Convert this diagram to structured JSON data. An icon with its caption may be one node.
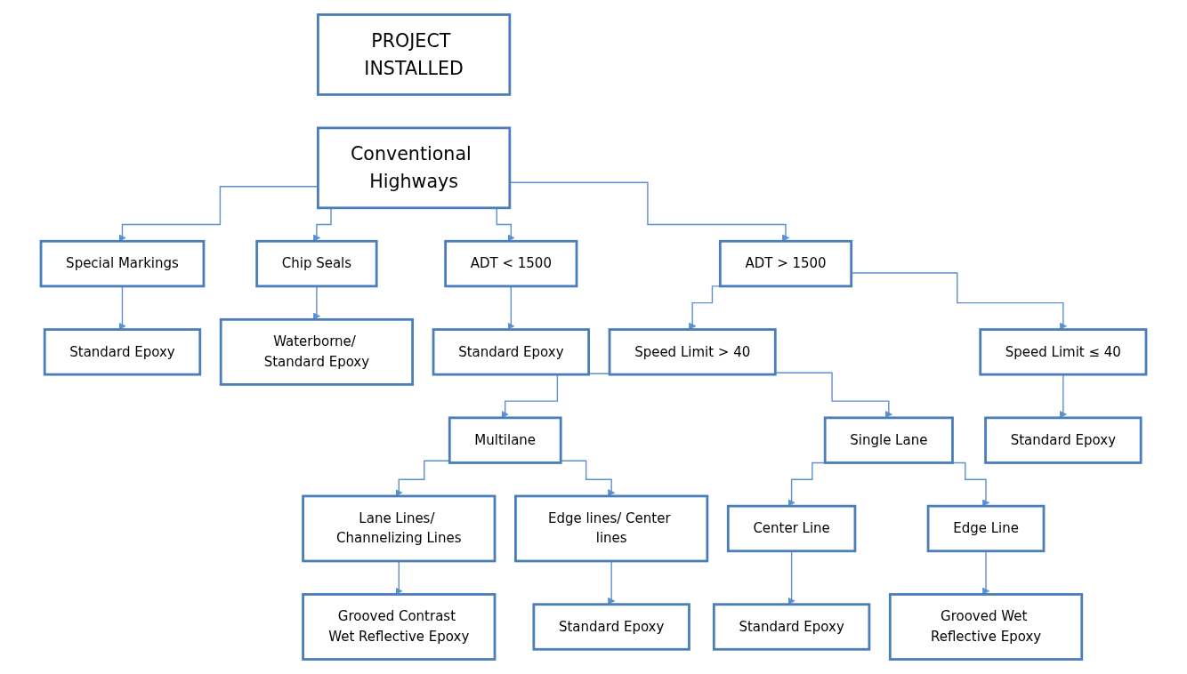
{
  "diagram": {
    "nodes": [
      {
        "text": [
          "PROJECT INSTALLED"
        ]
      },
      {
        "text": [
          "Conventional Highways"
        ]
      },
      {
        "text": [
          "Special Markings"
        ]
      },
      {
        "text": [
          "Chip Seals"
        ]
      },
      {
        "text": [
          "ADT < 1500"
        ]
      },
      {
        "text": [
          "ADT > 1500"
        ]
      },
      {
        "text": [
          "Standard Epoxy"
        ]
      },
      {
        "text": [
          "Waterborne/ Standard Epoxy"
        ]
      },
      {
        "text": [
          "Standard Epoxy"
        ]
      },
      {
        "text": [
          "Speed Limit > 40"
        ]
      },
      {
        "text": [
          "Speed Limit ≤ 40"
        ]
      },
      {
        "text": [
          "Multilane"
        ]
      },
      {
        "text": [
          "Single Lane"
        ]
      },
      {
        "text": [
          "Standard Epoxy"
        ]
      },
      {
        "text": [
          "Lane Lines/ Channelizing Lines"
        ]
      },
      {
        "text": [
          "Edge lines/ Center lines"
        ]
      },
      {
        "text": [
          "Center Line"
        ]
      },
      {
        "text": [
          "Edge Line"
        ]
      },
      {
        "text": [
          "Grooved Contrast Wet Reflective Epoxy"
        ]
      },
      {
        "text": [
          "Standard Epoxy"
        ]
      },
      {
        "text": [
          "Standard Epoxy"
        ]
      },
      {
        "text": [
          "Grooved Wet Reflective Epoxy"
        ]
      }
    ],
    "edges": [
      {
        "from": 1,
        "to": 2,
        "arrow": "to"
      },
      {
        "from": 1,
        "to": 3,
        "arrow": "to"
      },
      {
        "from": 1,
        "to": 4,
        "arrow": "to"
      },
      {
        "from": 1,
        "to": 5,
        "arrow": "to"
      },
      {
        "from": 2,
        "to": 6,
        "arrow": "to"
      },
      {
        "from": 3,
        "to": 7,
        "arrow": "to"
      },
      {
        "from": 4,
        "to": 8,
        "arrow": "to"
      },
      {
        "from": 5,
        "to": 9,
        "arrow": "to"
      },
      {
        "from": 5,
        "to": 10,
        "arrow": "to"
      },
      {
        "from": 9,
        "to": 11,
        "arrow": "to"
      },
      {
        "from": 9,
        "to": 12,
        "arrow": "to"
      },
      {
        "from": 10,
        "to": 13,
        "arrow": "to"
      },
      {
        "from": 11,
        "to": 14,
        "arrow": "to"
      },
      {
        "from": 11,
        "to": 15,
        "arrow": "to"
      },
      {
        "from": 12,
        "to": 16,
        "arrow": "to"
      },
      {
        "from": 12,
        "to": 17,
        "arrow": "to"
      },
      {
        "from": 14,
        "to": 18,
        "arrow": "to"
      },
      {
        "from": 15,
        "to": 19,
        "arrow": "to"
      },
      {
        "from": 16,
        "to": 20,
        "arrow": "to"
      },
      {
        "from": 17,
        "to": 21,
        "arrow": "to"
      }
    ]
  }
}
